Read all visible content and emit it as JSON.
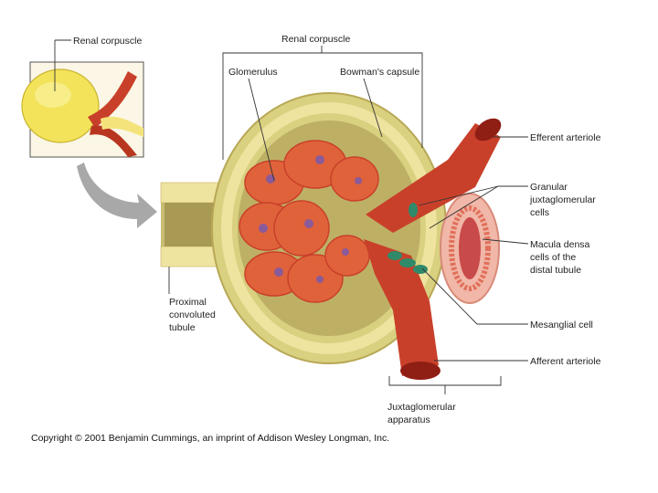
{
  "labels": {
    "renal_corpuscle_inset": "Renal corpuscle",
    "renal_corpuscle_top": "Renal corpuscle",
    "glomerulus": "Glomerulus",
    "bowmans_capsule": "Bowman's capsule",
    "efferent_arteriole": "Efferent arteriole",
    "granular_cells": [
      "Granular",
      "juxtaglomerular",
      "cells"
    ],
    "macula_densa": [
      "Macula densa",
      "cells of the",
      "distal tubule"
    ],
    "mesangial_cell": "Mesanglial cell",
    "afferent_arteriole": "Afferent arteriole",
    "proximal_tubule": [
      "Proximal",
      "convoluted",
      "tubule"
    ],
    "juxtaglomerular_apparatus": [
      "Juxtaglomerular",
      "apparatus"
    ]
  },
  "copyright": "Copyright © 2001 Benjamin Cummings, an imprint of Addison Wesley Longman, Inc.",
  "colors": {
    "vessel": "#c9402a",
    "vessel_dark": "#8f1e14",
    "capsule": "#d9d080",
    "tubule_cell": "#efe3a0",
    "nucleus": "#8a5a9a",
    "mesangial": "#2f8a6a",
    "inset_ball": "#f2e35a"
  }
}
